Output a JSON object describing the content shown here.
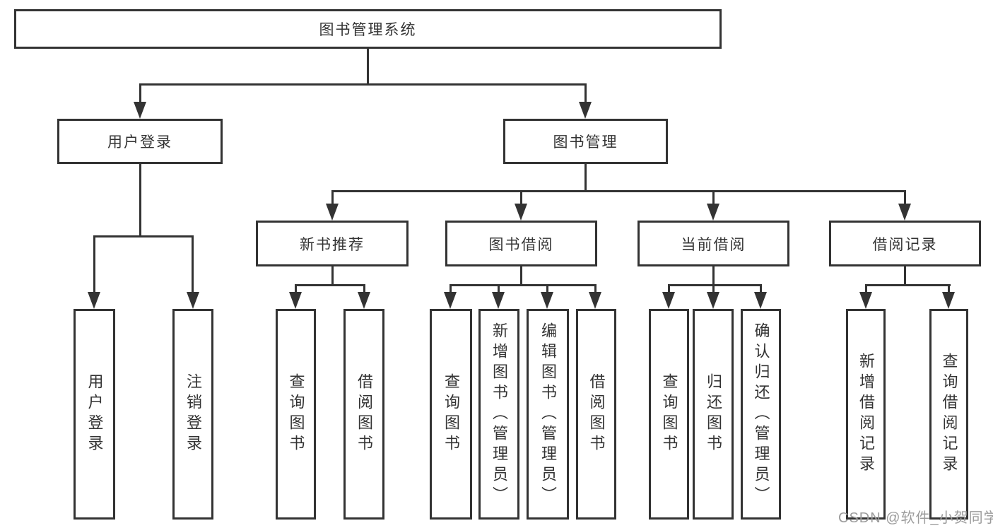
{
  "diagram": {
    "title": "图书管理系统",
    "level2": {
      "user_login": "用户登录",
      "book_mgmt": "图书管理"
    },
    "level3": {
      "new_books": "新书推荐",
      "book_borrow": "图书借阅",
      "current_borrow": "当前借阅",
      "borrow_records": "借阅记录"
    },
    "leaves": {
      "user_login": "用户登录",
      "logout": "注销登录",
      "nb_query": "查询图书",
      "nb_borrow": "借阅图书",
      "bb_query": "查询图书",
      "bb_add": "新增图书（管理员）",
      "bb_edit": "编辑图书（管理员）",
      "bb_borrow": "借阅图书",
      "cb_query": "查询图书",
      "cb_return": "归还图书",
      "cb_confirm": "确认归还（管理员）",
      "br_add": "新增借阅记录",
      "br_query": "查询借阅记录"
    },
    "watermark": "CSDN @软件_小贺同学",
    "colors": {
      "line": "#333333",
      "text": "#333333",
      "watermark": "#9c9c9c",
      "background": "#ffffff"
    }
  }
}
